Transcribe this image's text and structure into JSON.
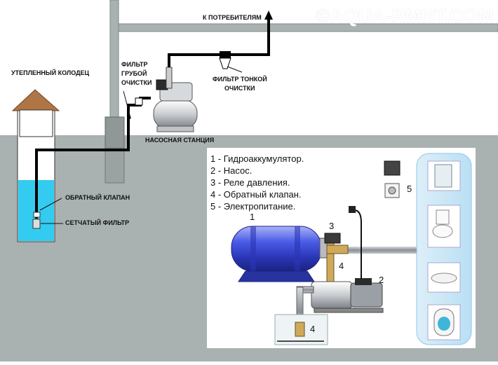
{
  "watermark": "©AQUA-RMNT.COM",
  "labels": {
    "consumers": "К ПОТРЕБИТЕЛЯМ",
    "insulated_well": "УТЕПЛЕННЫЙ КОЛОДЕЦ",
    "coarse_filter": [
      "ФИЛЬТР",
      "ГРУБОЙ",
      "ОЧИСТКИ"
    ],
    "fine_filter": [
      "ФИЛЬТР ТОНКОЙ",
      "ОЧИСТКИ"
    ],
    "pump_station": "НАСОСНАЯ СТАНЦИЯ",
    "check_valve": "ОБРАТНЫЙ КЛАПАН",
    "mesh_filter": "СЕТЧАТЫЙ ФИЛЬТР"
  },
  "legend": [
    "1 - Гидроаккумулятор.",
    "2 - Насос.",
    "3 - Реле давления.",
    "4 - Обратный клапан.",
    "5 - Электропитание."
  ],
  "numbers": {
    "n1": "1",
    "n2": "2",
    "n3": "3",
    "n4a": "4",
    "n4b": "4",
    "n5": "5"
  },
  "colors": {
    "ground": "#a9b1b1",
    "water": "#33ccf0",
    "pipe": "#000000",
    "tank": "#3a4fd8",
    "panel": "#ffffff"
  }
}
